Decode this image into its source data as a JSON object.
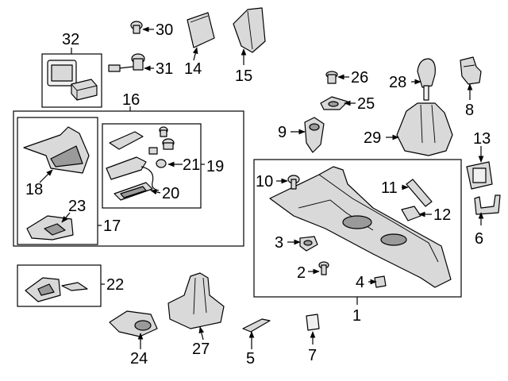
{
  "colors": {
    "line": "#000000",
    "part_fill": "#d9d9d9",
    "part_shadow": "#9a9a9a",
    "background": "#ffffff"
  },
  "callouts": {
    "c1": "1",
    "c2": "2",
    "c3": "3",
    "c4": "4",
    "c5": "5",
    "c6": "6",
    "c7": "7",
    "c8": "8",
    "c9": "9",
    "c10": "10",
    "c11": "11",
    "c12": "12",
    "c13": "13",
    "c14": "14",
    "c15": "15",
    "c16": "16",
    "c17": "17",
    "c18": "18",
    "c19": "19",
    "c20": "20",
    "c21": "21",
    "c22": "22",
    "c23": "23",
    "c24": "24",
    "c25": "25",
    "c26": "26",
    "c27": "27",
    "c28": "28",
    "c29": "29",
    "c30": "30",
    "c31": "31",
    "c32": "32"
  }
}
